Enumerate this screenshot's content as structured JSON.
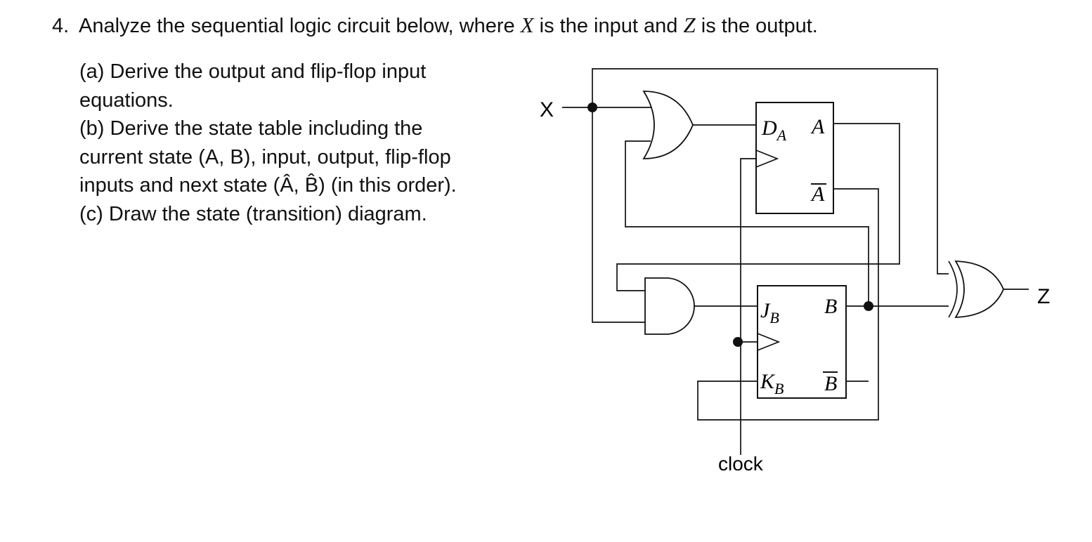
{
  "question": {
    "number": "4.",
    "stem_before_x": "Analyze the sequential logic circuit below, where ",
    "x_var": "X",
    "stem_middle": " is the input and ",
    "z_var": "Z",
    "stem_after": " is the output."
  },
  "parts": {
    "a_line1": "(a) Derive the output and flip-flop input",
    "a_line2": "equations.",
    "b_line1": "(b) Derive the state table including the",
    "b_line2": "current state (A, B), input, output, flip-flop",
    "b_line3": "inputs and next state (Â, B̂) (in this order).",
    "c_line1": "(c) Draw the state (transition) diagram."
  },
  "diagram": {
    "input_label": "X",
    "output_label": "Z",
    "clock_label": "clock",
    "ff_a": {
      "d_label": "D",
      "d_sub": "A",
      "q_label": "A",
      "qbar_label": "A"
    },
    "ff_b": {
      "j_label": "J",
      "j_sub": "B",
      "k_label": "K",
      "k_sub": "B",
      "q_label": "B",
      "qbar_label": "B"
    },
    "gates": [
      "OR",
      "AND",
      "XOR"
    ]
  }
}
